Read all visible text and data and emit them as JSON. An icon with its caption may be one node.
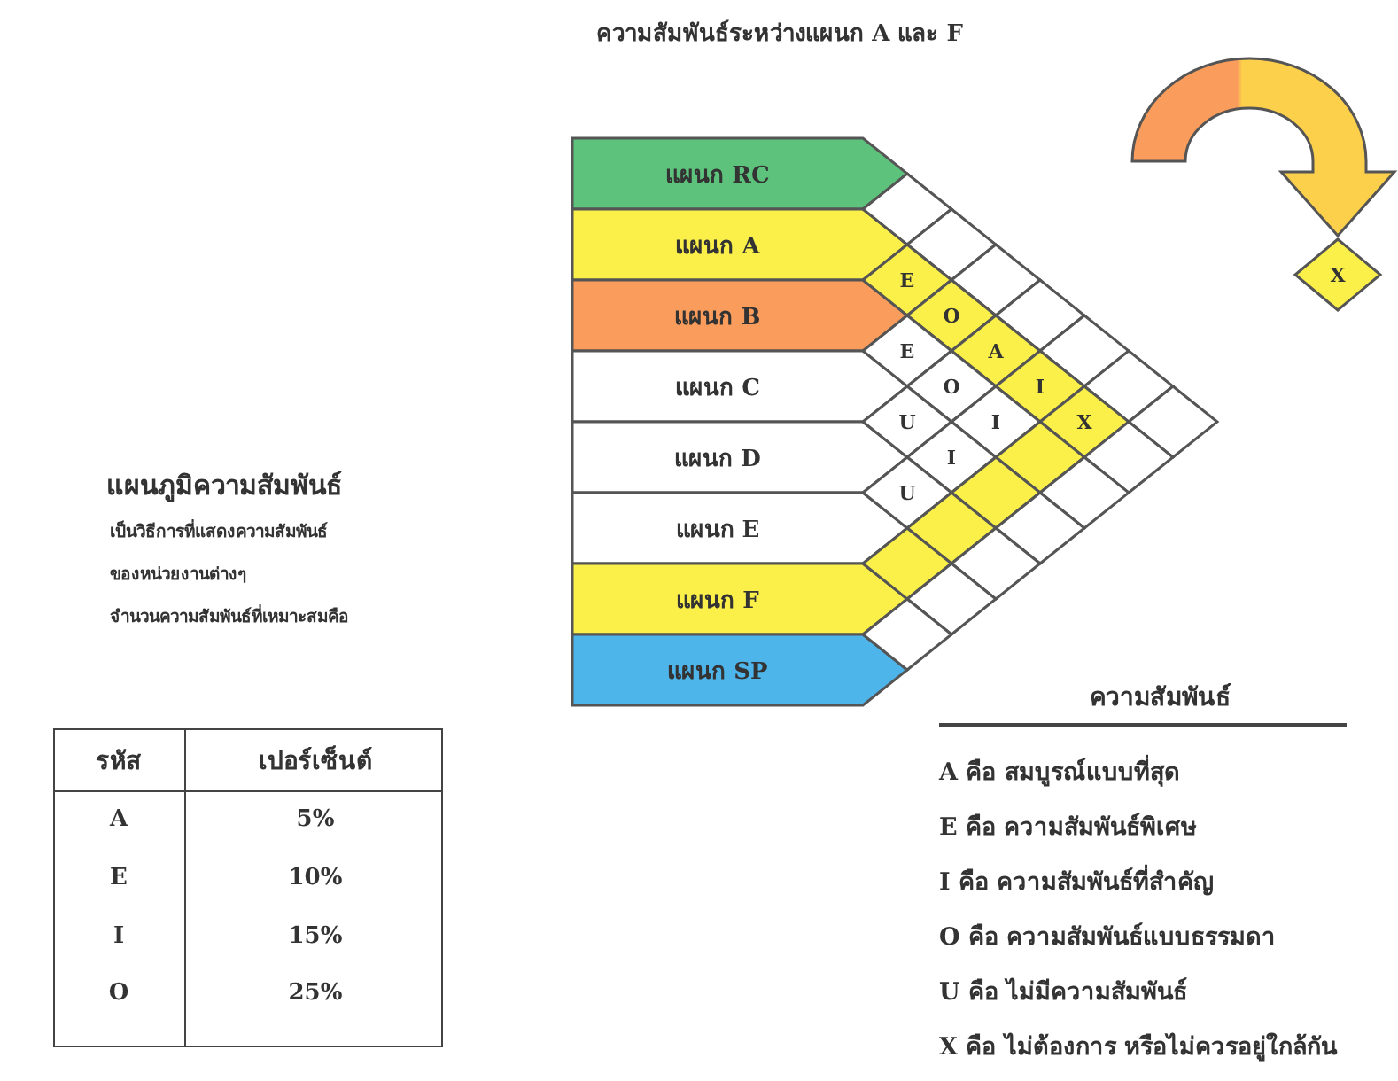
{
  "diagram": {
    "title": "ความสัมพันธ์ระหว่างแผนก A และ F",
    "nodes": [
      {
        "text": [
          "แผนก RC"
        ]
      },
      {
        "text": [
          "แผนก A"
        ]
      },
      {
        "text": [
          "แผนก B"
        ]
      },
      {
        "text": [
          "แผนก C"
        ]
      },
      {
        "text": [
          "แผนก D"
        ]
      },
      {
        "text": [
          "แผนก E"
        ]
      },
      {
        "text": [
          "แผนก F"
        ]
      },
      {
        "text": [
          "แผนก SP"
        ]
      },
      {
        "text": [],
        "shape": "diamond"
      },
      {
        "text": [],
        "shape": "diamond"
      },
      {
        "text": [],
        "shape": "diamond"
      },
      {
        "text": [],
        "shape": "diamond"
      },
      {
        "text": [],
        "shape": "diamond"
      },
      {
        "text": [],
        "shape": "diamond"
      },
      {
        "text": [],
        "shape": "diamond"
      },
      {
        "text": [
          "E"
        ]
      },
      {
        "text": [
          "O"
        ]
      },
      {
        "text": [
          "A"
        ]
      },
      {
        "text": [
          "I"
        ]
      },
      {
        "text": [
          "X"
        ]
      },
      {
        "text": [],
        "shape": "diamond"
      },
      {
        "text": [
          "E"
        ]
      },
      {
        "text": [
          "O"
        ]
      },
      {
        "text": [
          "I"
        ]
      },
      {
        "text": [],
        "shape": "diamond"
      },
      {
        "text": [],
        "shape": "diamond"
      },
      {
        "text": [
          "U"
        ]
      },
      {
        "text": [
          "I"
        ]
      },
      {
        "text": [],
        "shape": "diamond"
      },
      {
        "text": [],
        "shape": "diamond"
      },
      {
        "text": [
          "U"
        ]
      },
      {
        "text": [],
        "shape": "diamond"
      },
      {
        "text": [],
        "shape": "diamond"
      },
      {
        "text": [],
        "shape": "diamond"
      },
      {
        "text": [],
        "shape": "diamond"
      },
      {
        "text": [],
        "shape": "diamond"
      },
      {
        "text": [
          "X"
        ]
      }
    ],
    "edges": [
      {
        "from": null,
        "to": 36,
        "arrow": "to"
      }
    ],
    "labels": [
      "แผนภูมิความสัมพันธ์",
      "เป็นวิธีการที่แสดงความสัมพันธ์",
      "ของหน่วยงานต่างๆ",
      "จำนวนความสัมพันธ์ที่เหมาะสมคือ",
      "รหัส",
      "เปอร์เซ็นต์",
      "A",
      "5%",
      "E",
      "10%",
      "I",
      "15%",
      "O",
      "25%",
      "ความสัมพันธ์",
      "A คือ  สมบูรณ์แบบที่สุด",
      "E คือ  ความสัมพันธ์พิเศษ",
      "I คือ  ความสัมพันธ์ที่สำคัญ",
      "O คือ ความสัมพันธ์แบบธรรมดา",
      "U คือ ไม่มีความสัมพันธ์",
      "X คือ ไม่ต้องการ หรือไม่ควรอยู่ใกล้กัน"
    ]
  }
}
